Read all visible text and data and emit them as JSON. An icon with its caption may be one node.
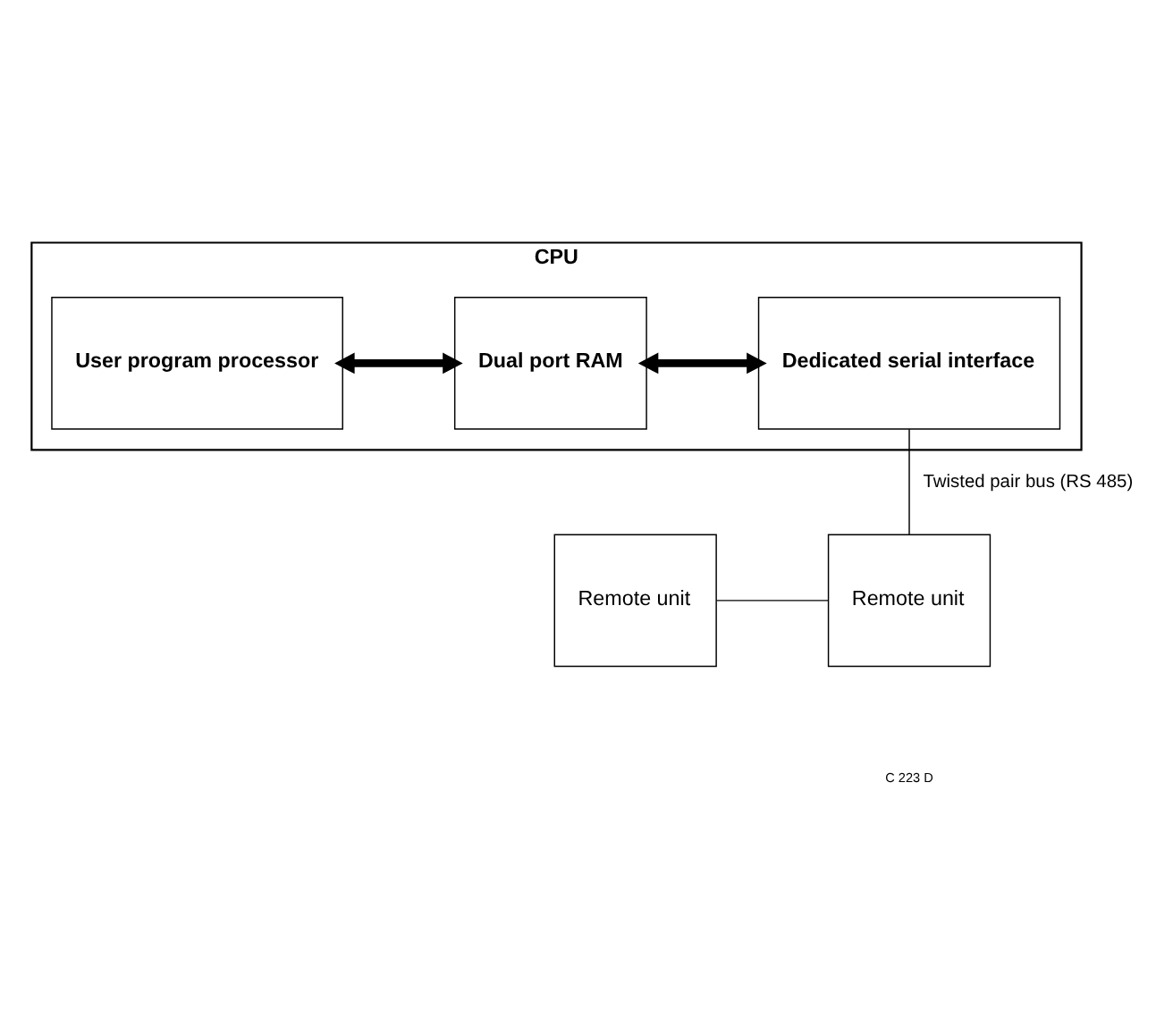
{
  "diagram": {
    "nodes": [
      {
        "text": [
          "CPU"
        ]
      },
      {
        "text": [
          "User program processor"
        ],
        "in": 0
      },
      {
        "text": [
          "Dual port RAM"
        ],
        "in": 0
      },
      {
        "text": [
          "Dedicated serial interface"
        ],
        "in": 0
      },
      {
        "text": [
          "Remote unit"
        ]
      },
      {
        "text": [
          "Remote unit"
        ]
      }
    ],
    "edges": [
      {
        "from": 1,
        "to": 2,
        "arrow": "both",
        "style": "thick"
      },
      {
        "from": 2,
        "to": 3,
        "arrow": "both",
        "style": "thick"
      },
      {
        "from": 3,
        "to": 5,
        "arrow": "none",
        "label": "Twisted pair bus (RS 485)"
      },
      {
        "from": 4,
        "to": 5,
        "arrow": "none"
      }
    ],
    "labels": [
      "C 223 D"
    ]
  }
}
